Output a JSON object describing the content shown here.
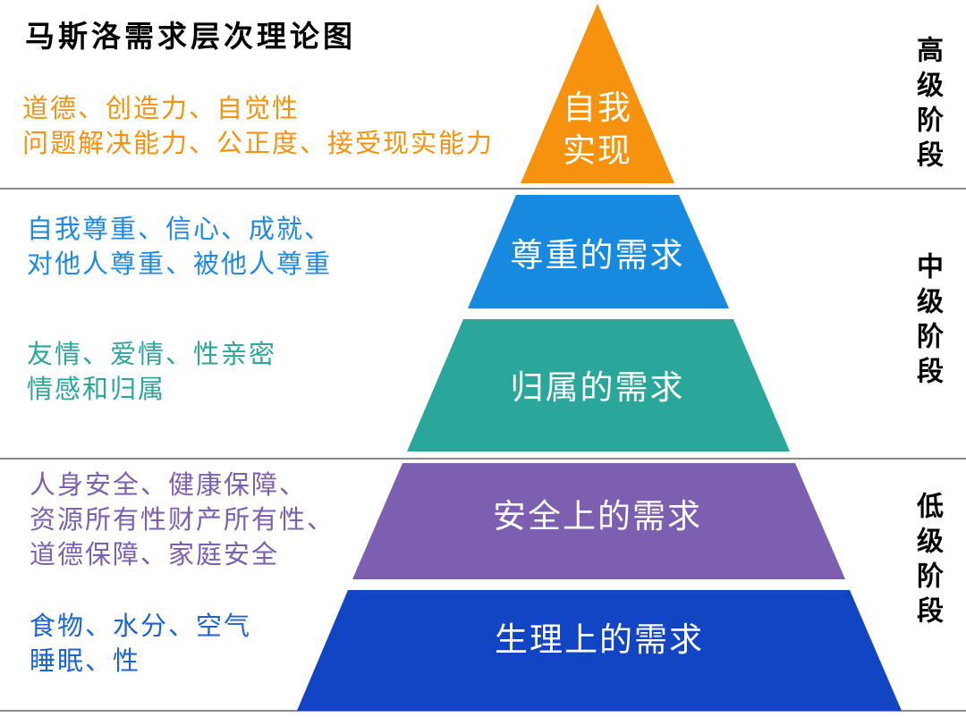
{
  "title": "马斯洛需求层次理论图",
  "stage_labels": [
    {
      "label": "高级阶段"
    },
    {
      "label": "中级阶段"
    },
    {
      "label": "低级阶段"
    }
  ],
  "levels": [
    {
      "name": "self-actualization",
      "label_lines": [
        "自我",
        "实现"
      ],
      "color": "#F6920E",
      "text_color": "#F6920E",
      "desc_lines": [
        "道德、创造力、自觉性",
        "问题解决能力、公正度、接受现实能力"
      ]
    },
    {
      "name": "esteem",
      "label": "尊重的需求",
      "color": "#1789DF",
      "text_color": "#1E88E5",
      "desc_lines": [
        "自我尊重、信心、成就、",
        "对他人尊重、被他人尊重"
      ]
    },
    {
      "name": "belonging",
      "label": "归属的需求",
      "color": "#2BA69A",
      "text_color": "#2BA69A",
      "desc_lines": [
        "友情、爱情、性亲密",
        "情感和归属"
      ]
    },
    {
      "name": "safety",
      "label": "安全上的需求",
      "color": "#7C5FB0",
      "text_color": "#7C5FB0",
      "desc_lines": [
        "人身安全、健康保障、",
        "资源所有性财产所有性、",
        "道德保障、家庭安全"
      ]
    },
    {
      "name": "physiological",
      "label": "生理上的需求",
      "color": "#1245C4",
      "text_color": "#1865D2",
      "desc_lines": [
        "食物、水分、空气",
        "睡眠、性"
      ]
    }
  ]
}
